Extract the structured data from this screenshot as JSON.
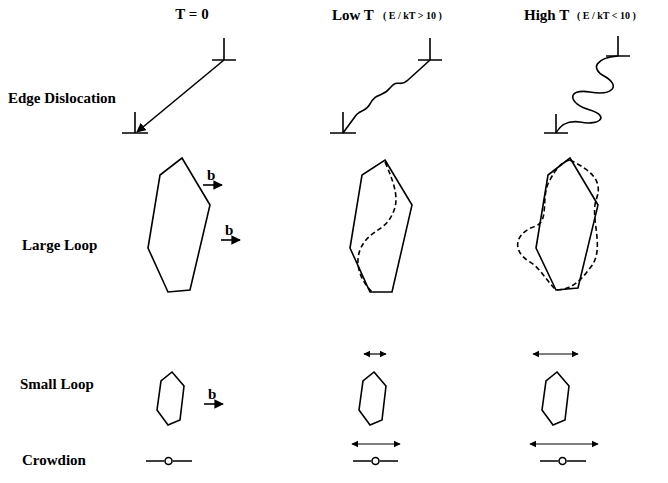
{
  "diagram": {
    "labels": [
      "T = 0",
      "Low T",
      "( E / kT > 10 )",
      "High T",
      "( E / kT < 10 )",
      "Edge Dislocation",
      "b",
      "Large Loop",
      "b",
      "Small Loop",
      "b",
      "Crowdion"
    ]
  }
}
